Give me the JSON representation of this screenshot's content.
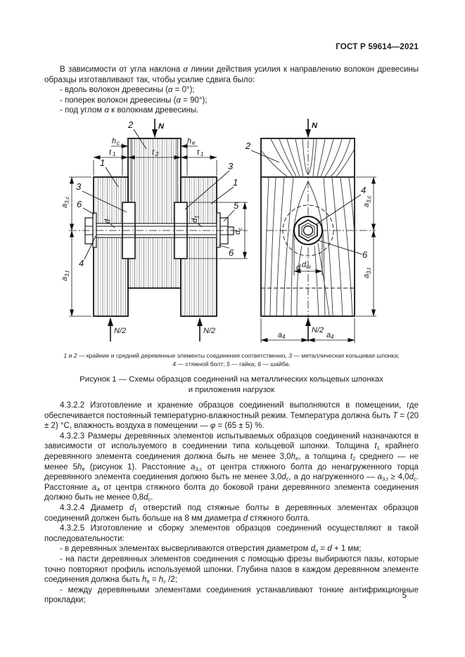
{
  "header": {
    "title": "ГОСТ Р 59614—2021"
  },
  "intro": {
    "paragraph": "В зависимости от угла наклона [i]α[/i] линии действия усилия к направлению волокон древесины образцы изготавливают так, чтобы усилие сдвига было:",
    "bullets": [
      "- вдоль волокон древесины ([i]α[/i] = 0°);",
      "- поперек волокон древесины ([i]α[/i] = 90°);",
      "- под углом [i]α[/i] к волокнам древесины."
    ]
  },
  "figure": {
    "labels": {
      "n": "N",
      "n2": "N/2",
      "c1": "1",
      "c2": "2",
      "c3": "3",
      "c4": "4",
      "c5": "5",
      "c6": "6",
      "h": "h",
      "t": "t",
      "a": "a",
      "d": "d",
      "s_c": "c",
      "s_e": "e",
      "s_1": "1",
      "s_2": "2",
      "s_3c": "3,c",
      "s_3t": "3,t",
      "s_sh": "ш",
      "s_4": "4"
    },
    "note_line1": "[i]1[/i] и [i]2[/i] — крайние и средний деревянные элементы соединения соответственно, [i]3[/i] — металлическая кольцевая шпонка;",
    "note_line2": "[i]4[/i] — стяжной болт; [i]5[/i] — гайка; [i]6[/i] — шайба.",
    "caption_line1": "Рисунок 1 — Схемы образцов соединений на металлических кольцевых шпонках",
    "caption_line2": "и приложения нагрузок"
  },
  "sections": [
    {
      "text": "4.3.2.2 Изготовление и хранение образцов соединений выполняются в помещении, где обеспечивается постоянный температурно-влажностный режим. Температура должна быть [i]Т[/i] = (20 ± 2) °С, влажность воздуха в помещении — [i]φ[/i] = (65 ± 5) %."
    },
    {
      "text": "4.3.2.3 Размеры деревянных элементов испытываемых образцов соединений назначаются в зависимости от используемого в соединении типа кольцевой шпонки. Толщина [i]t[/i][sub]1[/sub] крайнего деревянного элемента соединения должна быть не менее 3,0[i]h[/i][sub]е[/sub], а толщина [i]t[/i][sub]2[/sub] среднего — не менее 5[i]h[/i][sub]е[/sub] (рисунок 1). Расстояние [i]a[/i][sub]3,с[/sub] от центра стяжного болта до ненагруженного торца деревянного элемента соединения должно быть не менее 3,0[i]d[/i][sub]с[/sub], а до нагруженного — [i]a[/i][sub]3,t[/sub] ≥ 4,0[i]d[/i][sub]с[/sub]. Расстояние [i]a[/i][sub]4[/sub] от центра стяжного болта до боковой грани деревянного элемента соединения должно быть не менее 0,8[i]d[/i][sub]с[/sub]."
    },
    {
      "text": "4.3.2.4 Диаметр [i]d[/i][sub]1[/sub] отверстий под стяжные болты в деревянных элементах образцов соединений должен быть больше на 8 мм диаметра [i]d[/i] стяжного болта."
    },
    {
      "text": "4.3.2.5 Изготовление и сборку элементов образцов соединений осуществляют в такой последовательности:"
    },
    {
      "text": "- в деревянных элементах высверливаются отверстия диаметром [i]d[/i][sub]о[/sub] = [i]d[/i] + 1 мм;"
    },
    {
      "text": "- на пасти деревянных элементов соединения с помощью фрезы выбираются пазы, которые точно повторяют профиль используемой шпонки. Глубина пазов в каждом деревянном элементе соединения должна быть [i]h[/i][sub]е[/sub] = [i]h[/i][sub]с[/sub] /2;"
    },
    {
      "text": "- между деревянными элементами соединения устанавливают тонкие антифрикционные прокладки;"
    }
  ],
  "footer": {
    "page_number": "5"
  }
}
